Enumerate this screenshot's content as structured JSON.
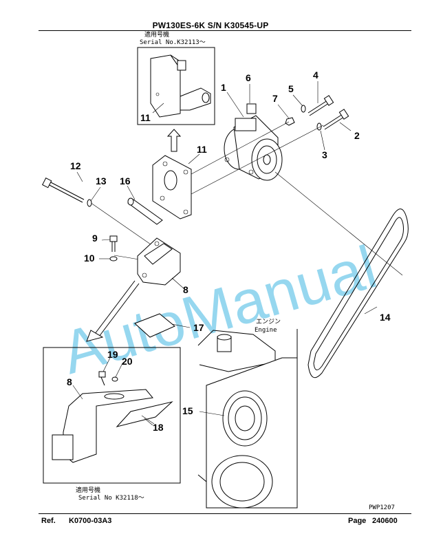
{
  "header": {
    "title": "PW130ES-6K S/N K30545-UP"
  },
  "notes": {
    "top_box_jp": "適用号機",
    "top_box_serial": "Serial No.K32113～",
    "bottom_box_jp": "適用号機",
    "bottom_box_serial": "Serial No K32118～",
    "engine_jp": "エンジン",
    "engine_en": "Engine",
    "drawing_code": "PWP1207"
  },
  "watermark": "AutoManual",
  "callouts": {
    "c1": "1",
    "c2": "2",
    "c3": "3",
    "c4": "4",
    "c5": "5",
    "c6": "6",
    "c7": "7",
    "c8a": "8",
    "c8b": "8",
    "c9": "9",
    "c10": "10",
    "c11a": "11",
    "c11b": "11",
    "c12": "12",
    "c13": "13",
    "c14": "14",
    "c15": "15",
    "c16": "16",
    "c17": "17",
    "c18": "18",
    "c19": "19",
    "c20": "20"
  },
  "footer": {
    "ref_label": "Ref.",
    "ref_code": "K0700-03A3",
    "page_label": "Page",
    "page_number": "240600"
  }
}
